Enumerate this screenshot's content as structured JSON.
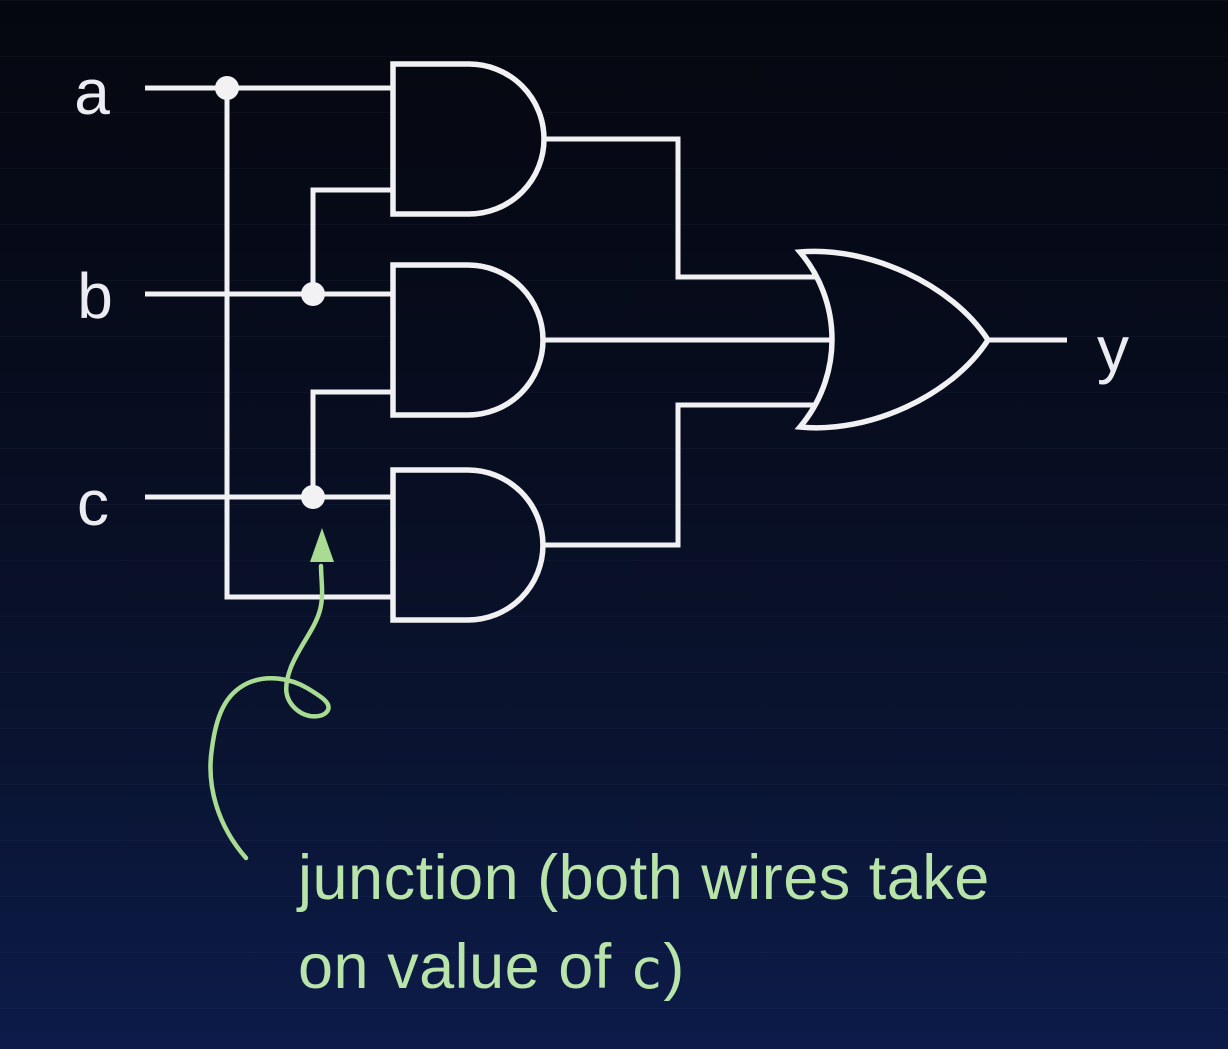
{
  "colors": {
    "background_top": "#05070f",
    "background_bottom": "#0c1b4a",
    "wire": "#f1f1f4",
    "label": "#eaecf2",
    "junction_dot": "#f2f2f5",
    "annotation_green": "#b8e3a9",
    "arrow_green": "#a9dc92"
  },
  "circuit": {
    "inputs": [
      {
        "label": "a"
      },
      {
        "label": "b"
      },
      {
        "label": "c"
      }
    ],
    "output": {
      "label": "y"
    },
    "gates": [
      {
        "type": "AND",
        "name": "and-gate-top"
      },
      {
        "type": "AND",
        "name": "and-gate-middle"
      },
      {
        "type": "AND",
        "name": "and-gate-bottom"
      },
      {
        "type": "OR",
        "name": "or-gate"
      }
    ],
    "junction_count": 3
  },
  "annotation": {
    "line1": "junction (both wires take",
    "line2_prefix": "on value of ",
    "line2_code": "c",
    "line2_suffix": ")"
  }
}
